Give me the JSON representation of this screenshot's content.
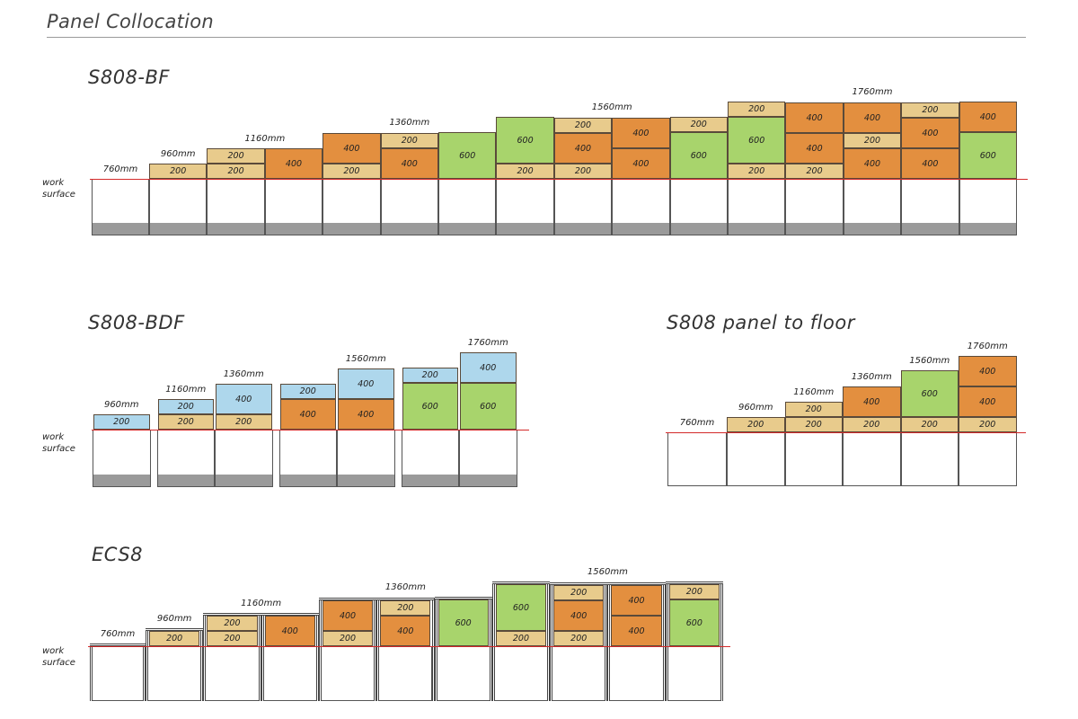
{
  "page": {
    "title": "Panel Collocation",
    "work_surface_label_1": "work",
    "work_surface_label_2": "surface"
  },
  "colors": {
    "c200": "#e8cb8c",
    "c400": "#e38f3f",
    "c600": "#a8d46c",
    "blue": "#aed7ec",
    "work_surface_line": "#d42a2a"
  },
  "sections": [
    {
      "id": "s808-bf",
      "title": "S808-BF",
      "style": "footed",
      "columns": [
        {
          "stack": []
        },
        {
          "stack": [
            "200"
          ]
        },
        {
          "stack": [
            "200",
            "200"
          ]
        },
        {
          "stack": [
            "400"
          ]
        },
        {
          "stack": [
            "200",
            "400"
          ]
        },
        {
          "stack": [
            "400",
            "200"
          ]
        },
        {
          "stack": [
            "600"
          ]
        },
        {
          "stack": [
            "200",
            "600"
          ]
        },
        {
          "stack": [
            "200",
            "400",
            "200"
          ]
        },
        {
          "stack": [
            "400",
            "400"
          ]
        },
        {
          "stack": [
            "600",
            "200"
          ]
        },
        {
          "stack": [
            "200",
            "600",
            "200"
          ]
        },
        {
          "stack": [
            "200",
            "400",
            "400"
          ]
        },
        {
          "stack": [
            "400",
            "200",
            "400"
          ]
        },
        {
          "stack": [
            "400",
            "400",
            "200"
          ]
        },
        {
          "stack": [
            "600",
            "400"
          ]
        }
      ],
      "height_labels": [
        {
          "text": "760mm",
          "column": 0
        },
        {
          "text": "960mm",
          "column": 1
        },
        {
          "text": "1160mm",
          "column": 2,
          "span": 2
        },
        {
          "text": "1360mm",
          "column": 4,
          "span": 3
        },
        {
          "text": "1560mm",
          "column": 7,
          "span": 4
        },
        {
          "text": "1760mm",
          "column": 11,
          "span": 5
        }
      ]
    },
    {
      "id": "s808-bdf",
      "title": "S808-BDF",
      "style": "footed",
      "groups": [
        {
          "columns": [
            {
              "stack": [
                "200"
              ],
              "blue": 1
            }
          ]
        },
        {
          "columns": [
            {
              "stack": [
                "200",
                "200"
              ],
              "blue": 1
            },
            {
              "stack": [
                "200",
                "400"
              ],
              "blue": 1
            }
          ]
        },
        {
          "columns": [
            {
              "stack": [
                "400",
                "200"
              ],
              "blue": 1
            },
            {
              "stack": [
                "400",
                "400"
              ],
              "blue": 1
            }
          ]
        },
        {
          "columns": [
            {
              "stack": [
                "600",
                "200"
              ],
              "blue": 1
            },
            {
              "stack": [
                "600",
                "400"
              ],
              "blue": 1
            }
          ]
        }
      ],
      "height_labels": [
        {
          "text": "960mm",
          "group": 0
        },
        {
          "text": "1160mm",
          "group": 1,
          "col": 0
        },
        {
          "text": "1360mm",
          "group": 1,
          "col": 1
        },
        {
          "text": "1560mm",
          "group": 2,
          "col": 1
        },
        {
          "text": "1760mm",
          "group": 3,
          "col": 1
        }
      ]
    },
    {
      "id": "s808-floor",
      "title": "S808 panel to floor",
      "style": "floor",
      "columns": [
        {
          "stack": []
        },
        {
          "stack": [
            "200"
          ]
        },
        {
          "stack": [
            "200",
            "200"
          ]
        },
        {
          "stack": [
            "200",
            "400"
          ]
        },
        {
          "stack": [
            "200",
            "600"
          ]
        },
        {
          "stack": [
            "200",
            "400",
            "400"
          ]
        }
      ],
      "height_labels": [
        {
          "text": "760mm",
          "column": 0
        },
        {
          "text": "960mm",
          "column": 1
        },
        {
          "text": "1160mm",
          "column": 2
        },
        {
          "text": "1360mm",
          "column": 3
        },
        {
          "text": "1560mm",
          "column": 4
        },
        {
          "text": "1760mm",
          "column": 5
        }
      ]
    },
    {
      "id": "ecs8",
      "title": "ECS8",
      "style": "frame",
      "columns": [
        {
          "stack": []
        },
        {
          "stack": [
            "200"
          ]
        },
        {
          "stack": [
            "200",
            "200"
          ]
        },
        {
          "stack": [
            "400"
          ]
        },
        {
          "stack": [
            "200",
            "400"
          ]
        },
        {
          "stack": [
            "400",
            "200"
          ]
        },
        {
          "stack": [
            "600"
          ]
        },
        {
          "stack": [
            "200",
            "600"
          ]
        },
        {
          "stack": [
            "200",
            "400",
            "200"
          ]
        },
        {
          "stack": [
            "400",
            "400"
          ]
        },
        {
          "stack": [
            "600",
            "200"
          ]
        }
      ],
      "height_labels": [
        {
          "text": "760mm",
          "column": 0
        },
        {
          "text": "960mm",
          "column": 1
        },
        {
          "text": "1160mm",
          "column": 2,
          "span": 2
        },
        {
          "text": "1360mm",
          "column": 4,
          "span": 3
        },
        {
          "text": "1560mm",
          "column": 7,
          "span": 4
        }
      ]
    }
  ]
}
